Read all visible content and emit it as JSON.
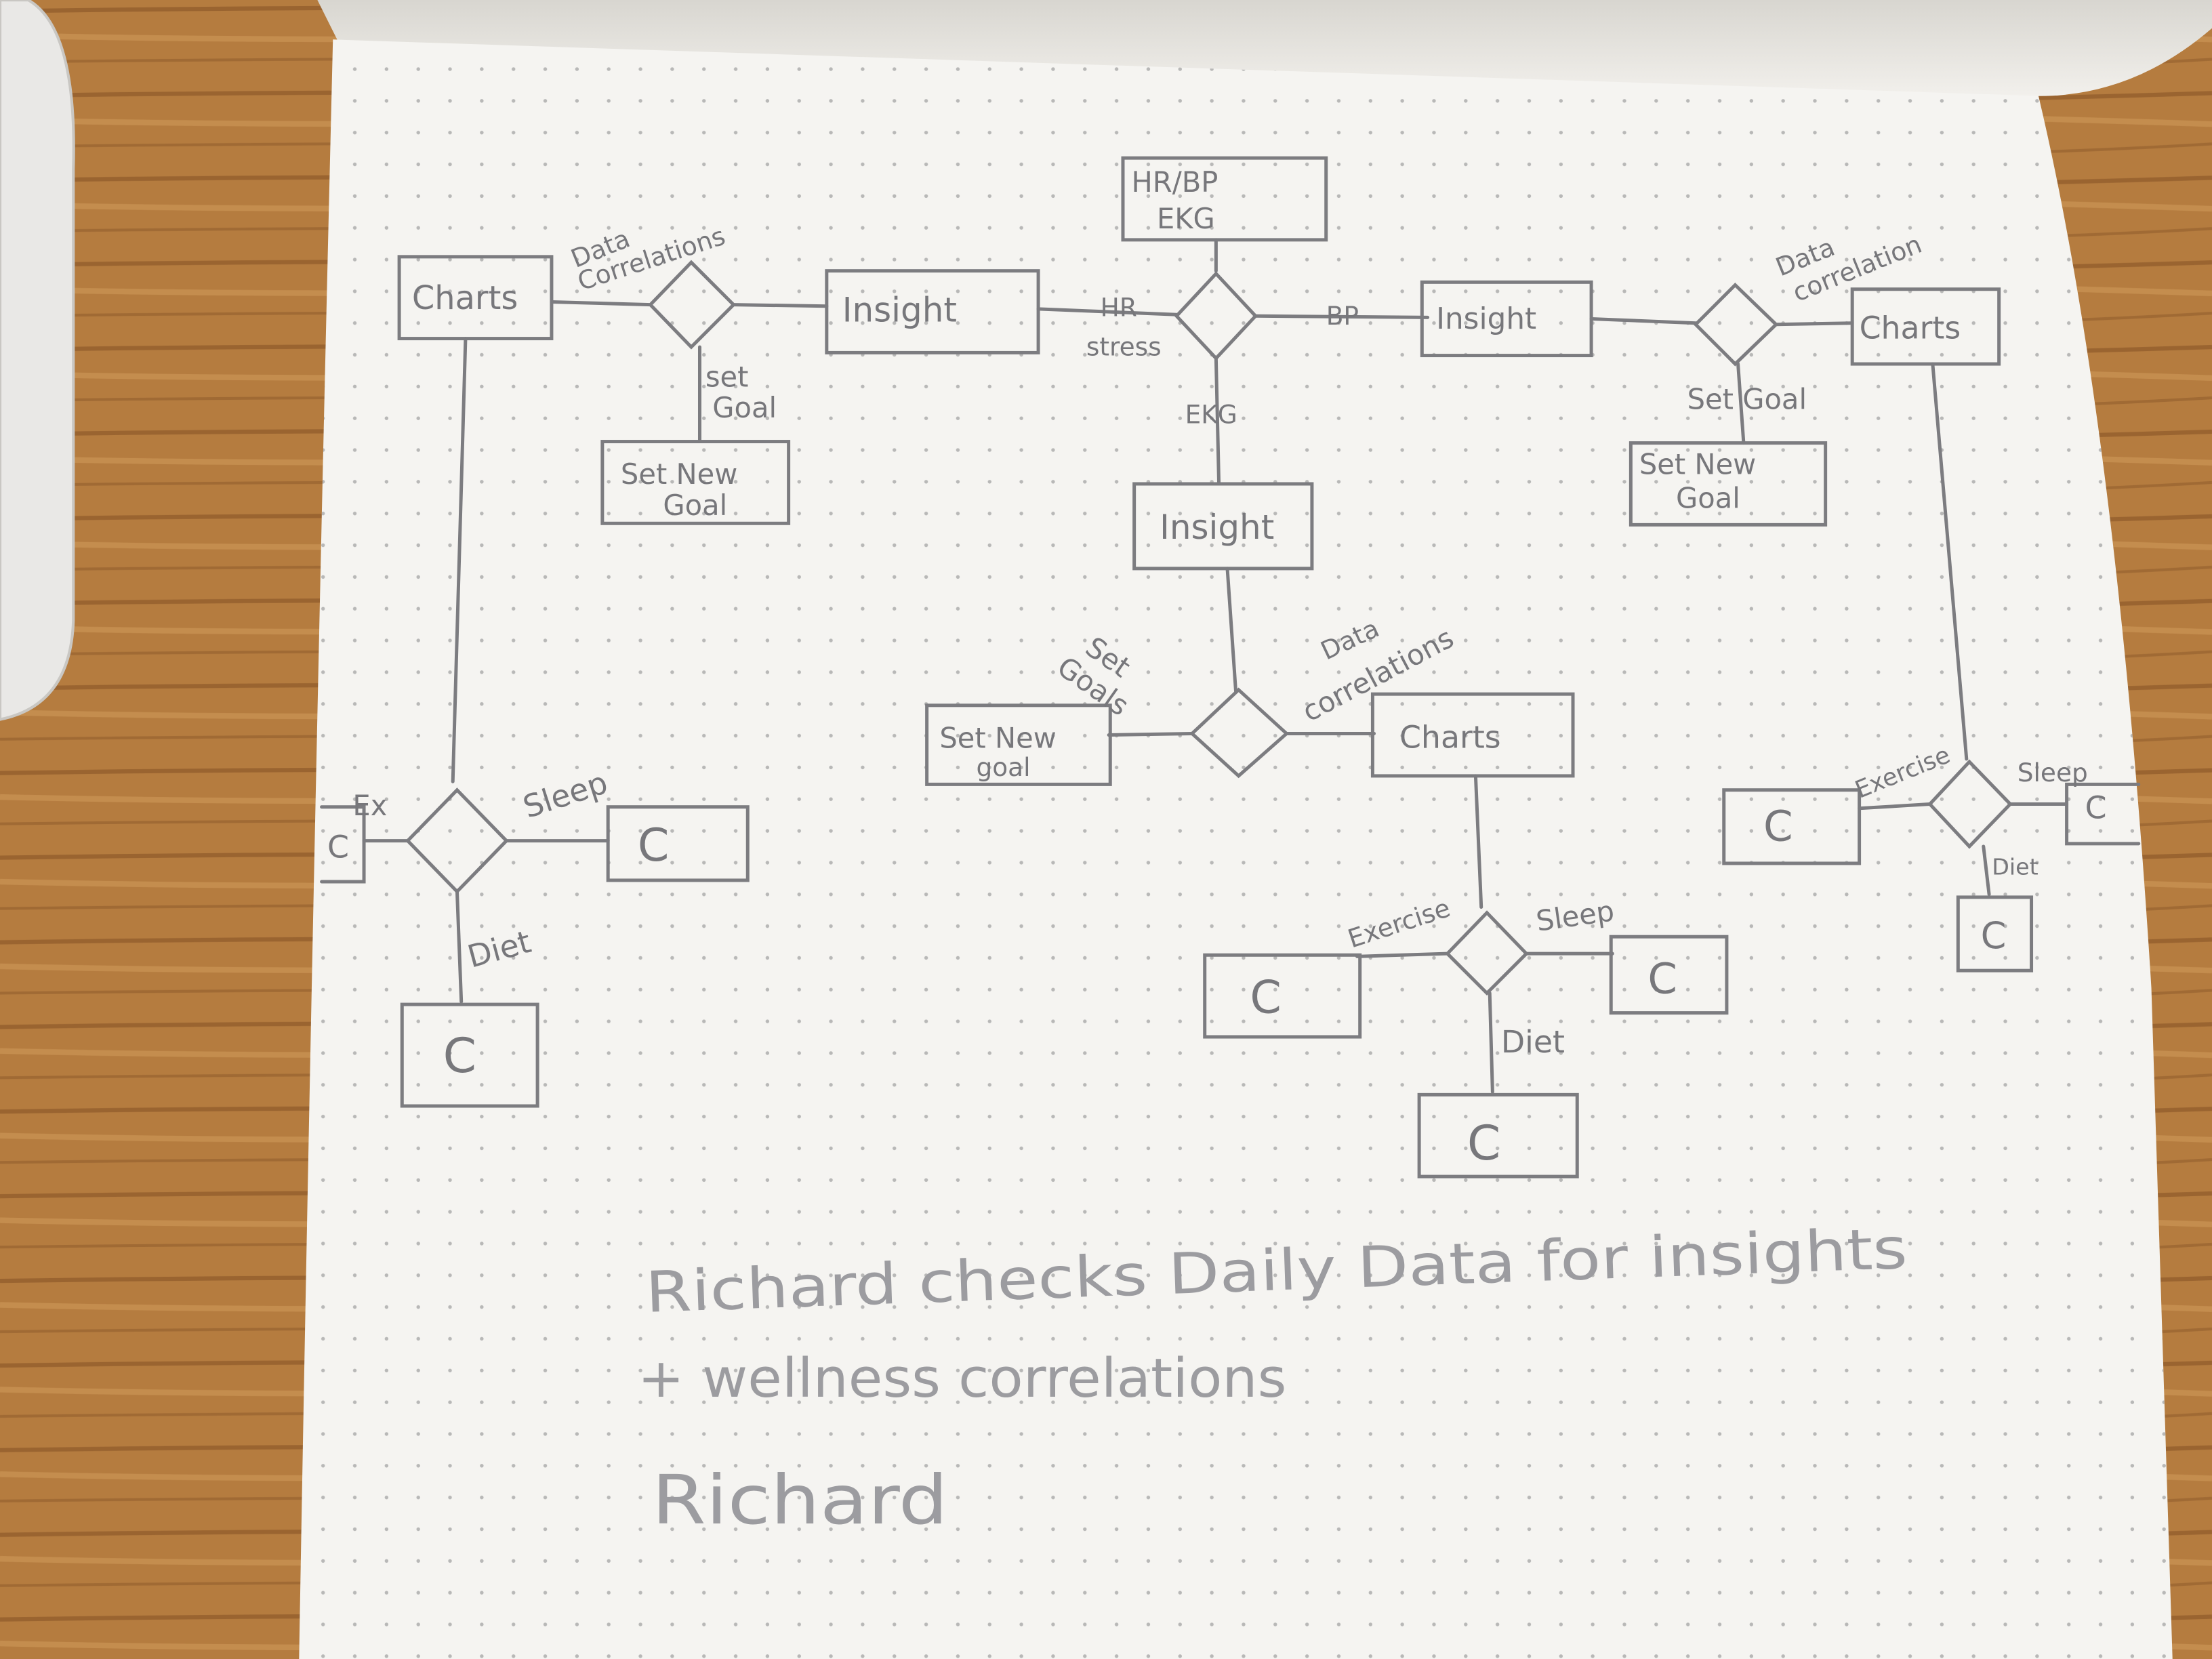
{
  "diagram": {
    "top_box": [
      "HR/BP",
      "EKG"
    ],
    "left_branch": {
      "charts": "Charts",
      "data_label": [
        "Data",
        "Correlations"
      ],
      "insight": "Insight",
      "set_goal": [
        "set",
        "Goal"
      ],
      "new_goal": [
        "Set New",
        "Goal"
      ],
      "ex": "Ex",
      "sleep": "Sleep",
      "diet": "Diet",
      "c": "C"
    },
    "center": {
      "hr_stress": [
        "HR",
        "stress"
      ],
      "bp": "BP",
      "ekg": "EKG",
      "insight": "Insight",
      "set_goals": [
        "Set",
        "Goals"
      ],
      "new_goal": [
        "Set New",
        "goal"
      ],
      "data_label": [
        "Data",
        "correlations"
      ],
      "charts": "Charts",
      "exercise": "Exercise",
      "sleep": "Sleep",
      "diet": "Diet",
      "c": "C"
    },
    "right_branch": {
      "insight": "Insight",
      "data_label": [
        "Data",
        "correlation"
      ],
      "charts": "Charts",
      "set_goal": "Set Goal",
      "new_goal": [
        "Set New",
        "Goal"
      ],
      "exercise": "Exercise",
      "sleep": "Sleep",
      "diet": "Diet",
      "c": "C"
    }
  },
  "notes": {
    "line1": "Richard checks Daily Data for insights",
    "line2": "+ wellness correlations",
    "line3": "Richard"
  }
}
